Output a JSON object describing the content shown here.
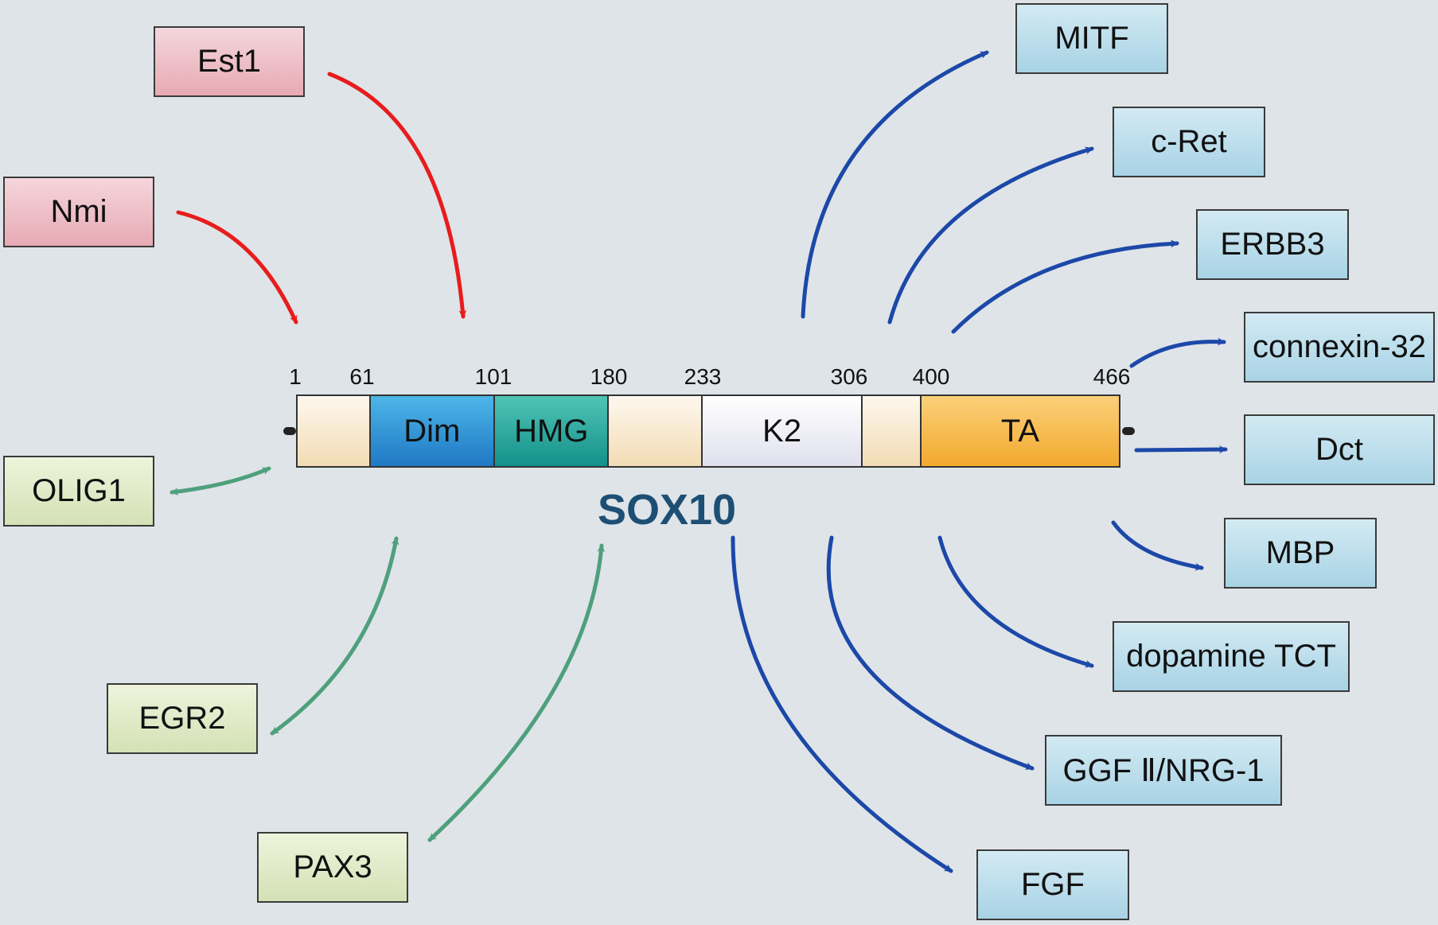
{
  "protein": {
    "name": "SOX10",
    "domains": [
      {
        "label": "",
        "start": 1,
        "end": 61,
        "color": "#f3dcb5"
      },
      {
        "label": "Dim",
        "start": 61,
        "end": 101,
        "color": "#2b8fd6"
      },
      {
        "label": "HMG",
        "start": 101,
        "end": 180,
        "color": "#1ea79c"
      },
      {
        "label": "",
        "start": 180,
        "end": 233,
        "color": "#f3dcb5"
      },
      {
        "label": "K2",
        "start": 233,
        "end": 306,
        "color": "#ececf4"
      },
      {
        "label": "",
        "start": 306,
        "end": 400,
        "color": "#f3dcb5"
      },
      {
        "label": "TA",
        "start": 400,
        "end": 466,
        "color": "#f5b845"
      }
    ],
    "positions": [
      "1",
      "61",
      "101",
      "180",
      "233",
      "306",
      "400",
      "466"
    ]
  },
  "upstream_regulators": [
    "Est1",
    "Nmi"
  ],
  "interaction_partners": [
    "OLIG1",
    "EGR2",
    "PAX3"
  ],
  "downstream_targets": [
    "MITF",
    "c-Ret",
    "ERBB3",
    "connexin-32",
    "Dct",
    "MBP",
    "dopamine TCT",
    "GGF Ⅱ/NRG-1",
    "FGF"
  ],
  "colors": {
    "upstream": "#e81c1c",
    "interaction": "#4ea07c",
    "target": "#1c48a8",
    "title": "#1d4f74"
  }
}
